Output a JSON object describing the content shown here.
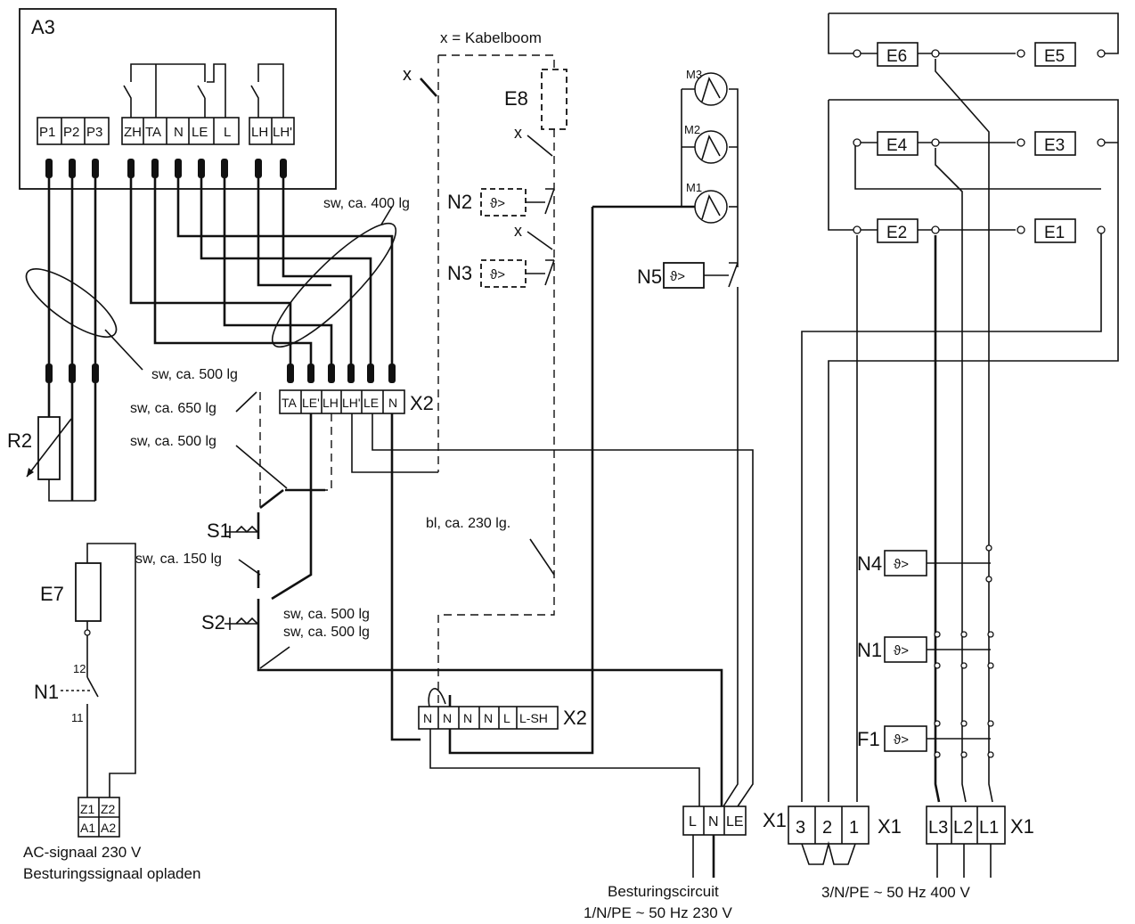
{
  "diagram": {
    "legend": "x = Kabelboom",
    "units": {
      "A3": "A3",
      "R2": "R2",
      "E7": "E7",
      "E8": "E8",
      "N1_left": "N1",
      "N2": "N2",
      "N3": "N3",
      "N5": "N5",
      "S1": "S1",
      "S2": "S2",
      "M1": "M1",
      "M2": "M2",
      "M3": "M3",
      "E1": "E1",
      "E2": "E2",
      "E3": "E3",
      "E4": "E4",
      "E5": "E5",
      "E6": "E6",
      "N4": "N4",
      "N1_right": "N1",
      "F1": "F1",
      "X2_top": "X2",
      "X2_bottom": "X2",
      "X1_ctrl": "X1",
      "X1_heat": "X1",
      "X1_mains": "X1",
      "x_marker": "x",
      "thermo_symbol": "ϑ>"
    },
    "a3_terminals": [
      "P1",
      "P2",
      "P3",
      "ZH",
      "TA",
      "N",
      "LE",
      "L",
      "LH",
      "LH'"
    ],
    "x2_top_terminals": [
      "TA",
      "LE'",
      "LH",
      "LH'",
      "LE",
      "N"
    ],
    "x2_bottom_terminals": [
      "N",
      "N",
      "N",
      "N",
      "L",
      "L-SH"
    ],
    "x1_control_terminals": [
      "L",
      "N",
      "LE"
    ],
    "x1_heater_terminals": [
      "3",
      "2",
      "1"
    ],
    "x1_mains_terminals": [
      "L3",
      "L2",
      "L1"
    ],
    "e7_signal_terminals": [
      "Z1",
      "Z2",
      "A1",
      "A2"
    ],
    "contact_numbers": [
      "12",
      "11"
    ],
    "wire_labels": {
      "sw400": "sw, ca. 400 lg",
      "sw500a": "sw, ca. 500 lg",
      "sw650": "sw, ca. 650 lg",
      "sw500b": "sw, ca. 500 lg",
      "sw150": "sw, ca. 150 lg",
      "sw500c": "sw, ca. 500 lg",
      "sw500d": "sw, ca. 500 lg",
      "bl230": "bl, ca. 230 lg."
    },
    "captions": {
      "ac_signal_1": "AC-signaal 230 V",
      "ac_signal_2": "Besturingssignaal opladen",
      "control_1": "Besturingscircuit",
      "control_2": "1/N/PE ~ 50 Hz 230 V",
      "mains": "3/N/PE  ~ 50 Hz  400 V"
    }
  }
}
